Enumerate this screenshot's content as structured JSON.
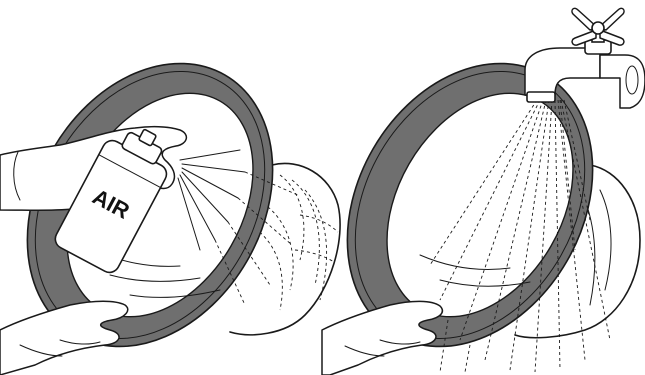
{
  "panels": [
    {
      "name": "compressed-air-cleaning",
      "can_label": "AIR"
    },
    {
      "name": "water-rinse-cleaning"
    }
  ],
  "colors": {
    "ring_gray": "#6f6f6f",
    "line": "#1a1a1a",
    "background": "#ffffff"
  }
}
